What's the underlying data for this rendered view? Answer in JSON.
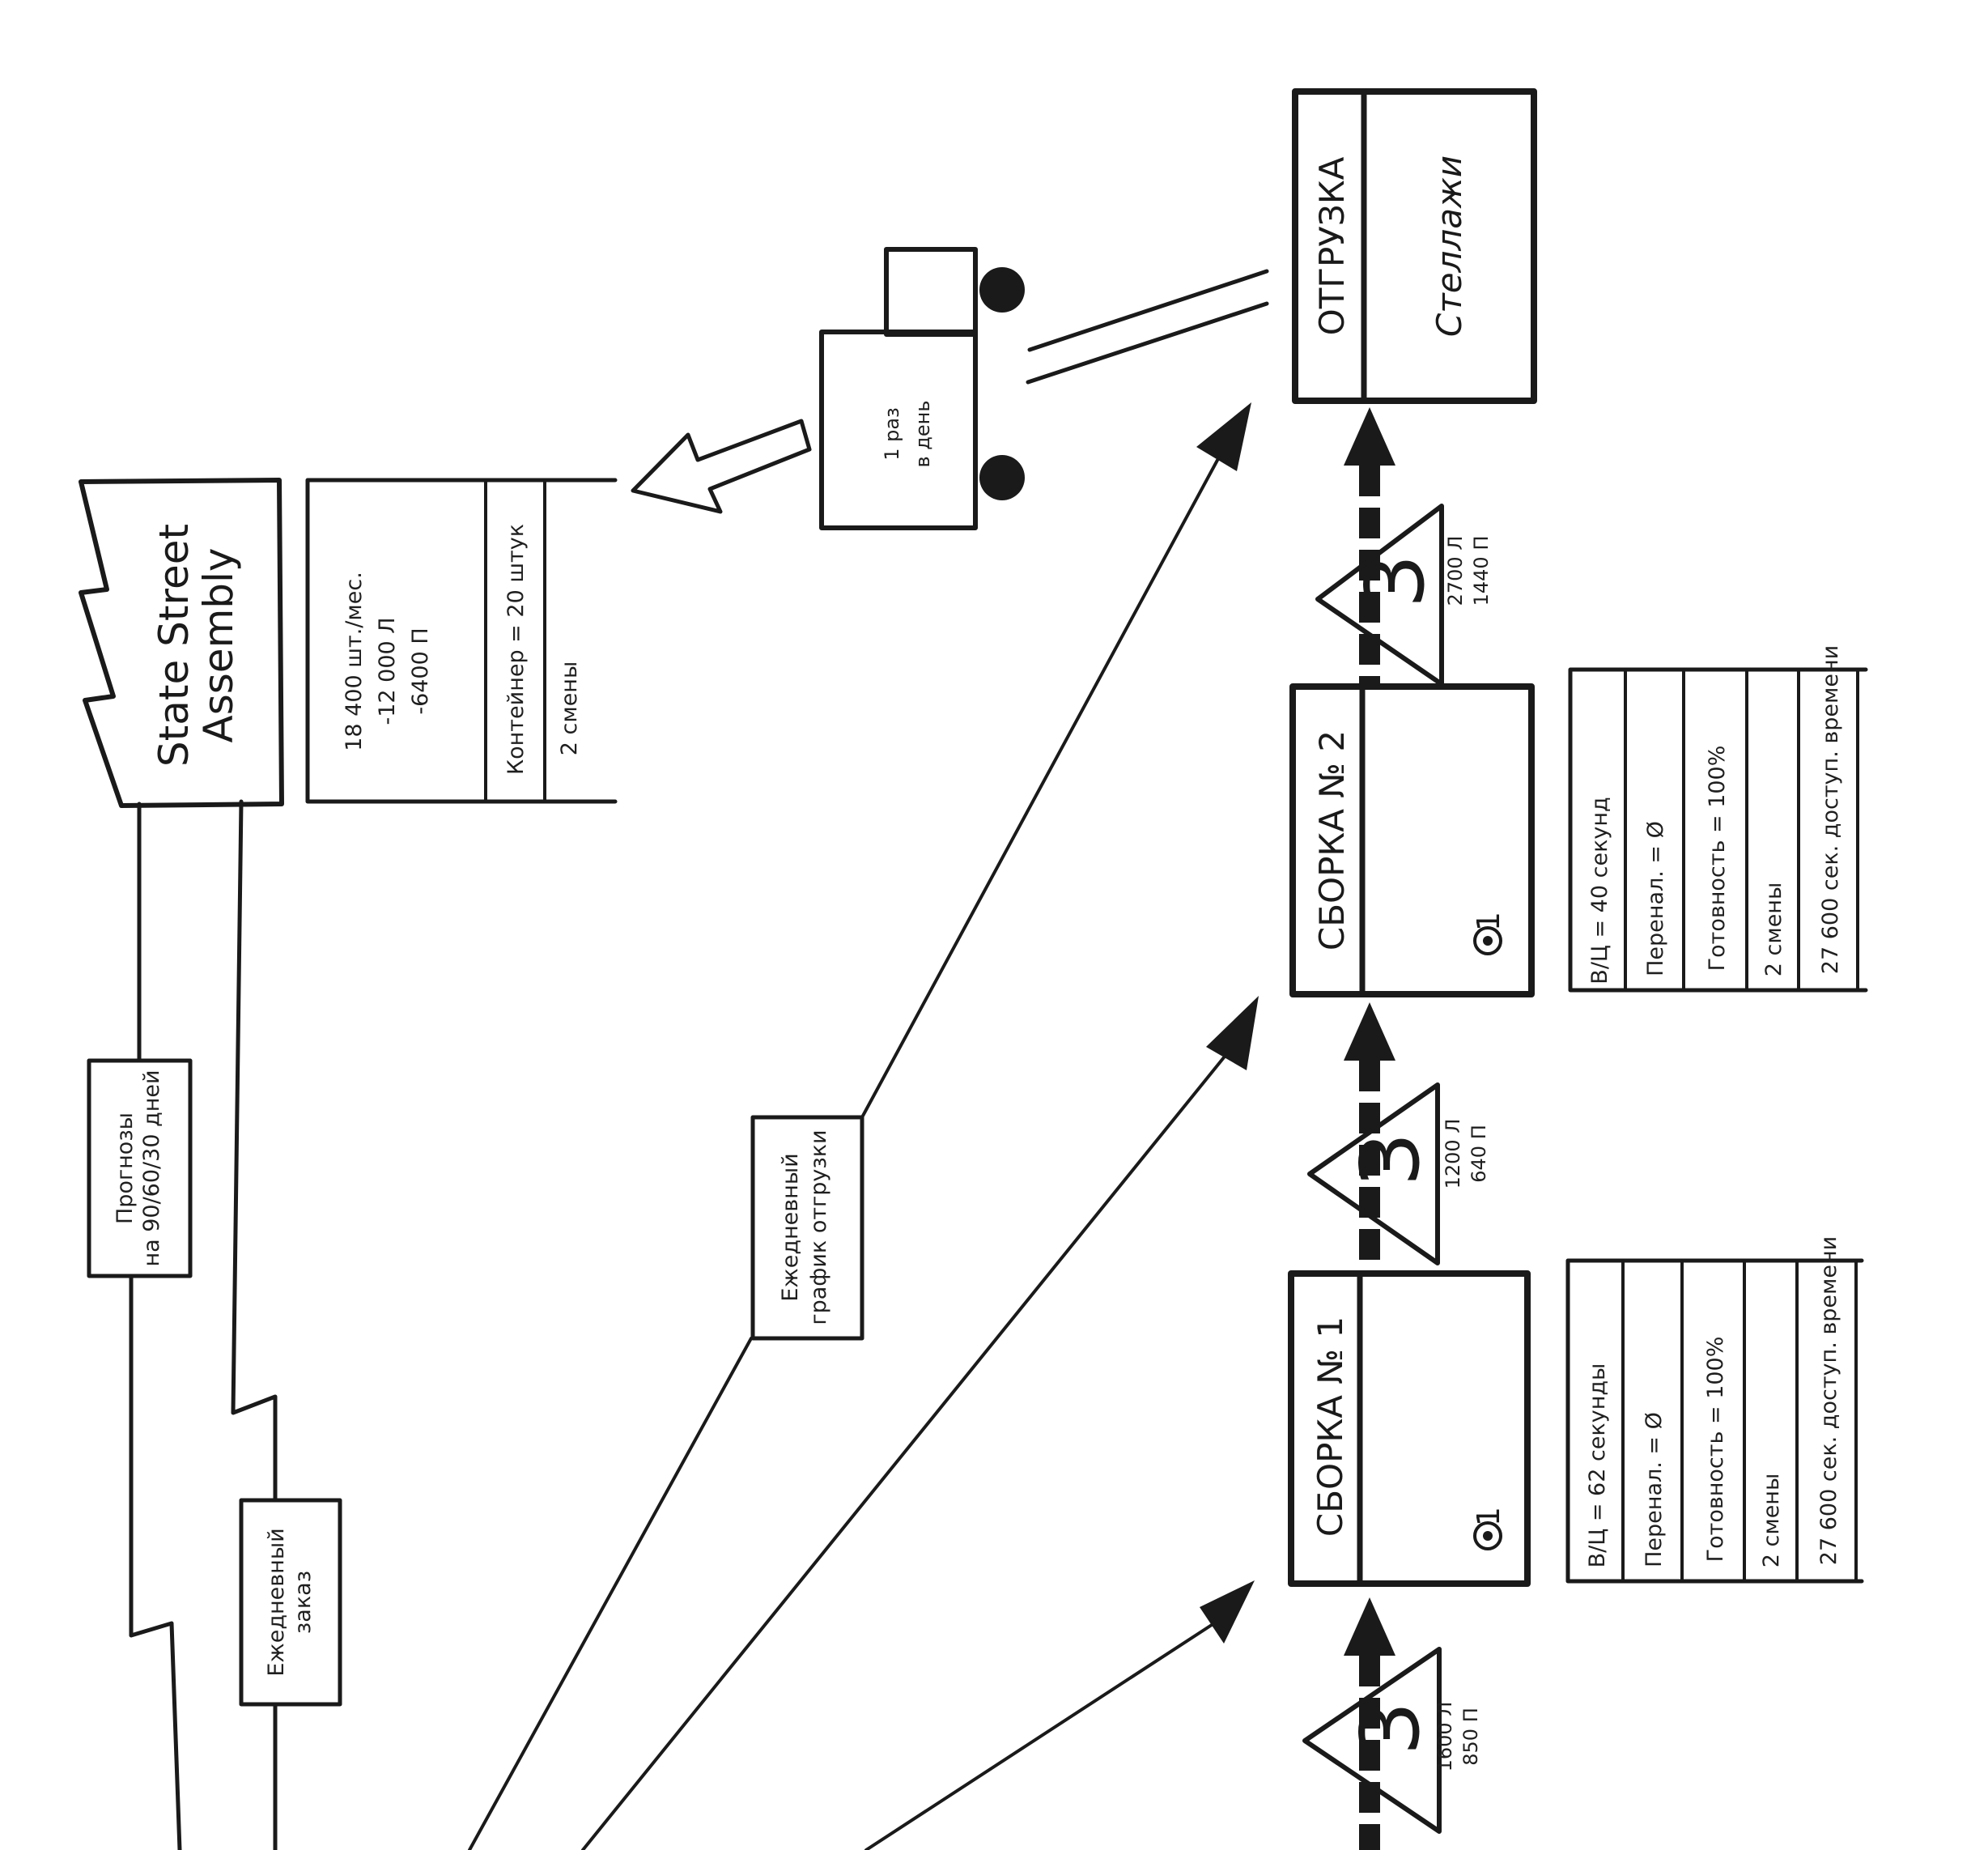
{
  "supplier": {
    "name_line1": "State Street",
    "name_line2": "Assembly",
    "data": {
      "demand_line1": "18 400 шт./мес.",
      "demand_line2": "-12 000 Л",
      "demand_line3": "-6400  П",
      "container": "Контейнер = 20 штук",
      "shifts": "2 смены"
    }
  },
  "truck": {
    "line1": "1 раз",
    "line2": "в день"
  },
  "shipping": {
    "title": "ОТГРУЗКА",
    "subtitle": "Стеллажи"
  },
  "info_flows": {
    "forecasts_line1": "Прогнозы",
    "forecasts_line2": "на 90/60/30  дней",
    "daily_order_line1": "Ежедневный",
    "daily_order_line2": "заказ",
    "shipping_schedule_line1": "Ежедневный",
    "shipping_schedule_line2": "график отгрузки"
  },
  "processes": [
    {
      "title": "СБОРКА № 1",
      "operators": "1",
      "data": {
        "cycle_time": "В/Ц = 62 секунды",
        "changeover": "Перенал. = Ø",
        "uptime": "Готовность = 100%",
        "shifts": "2 смены",
        "available": "27 600 сек. доступ. времени"
      }
    },
    {
      "title": "СБОРКА № 2",
      "operators": "1",
      "data": {
        "cycle_time": "В/Ц = 40 секунд",
        "changeover": "Перенал. = Ø",
        "uptime": "Готовность = 100%",
        "shifts": "2 смены",
        "available": "27 600 сек. доступ. времени"
      }
    }
  ],
  "inventories": [
    {
      "symbol": "З",
      "line1": "1600 Л",
      "line2": "850 П"
    },
    {
      "symbol": "З",
      "line1": "1200 Л",
      "line2": "640 П"
    },
    {
      "symbol": "З",
      "line1": "2700 Л",
      "line2": "1440 П"
    }
  ]
}
